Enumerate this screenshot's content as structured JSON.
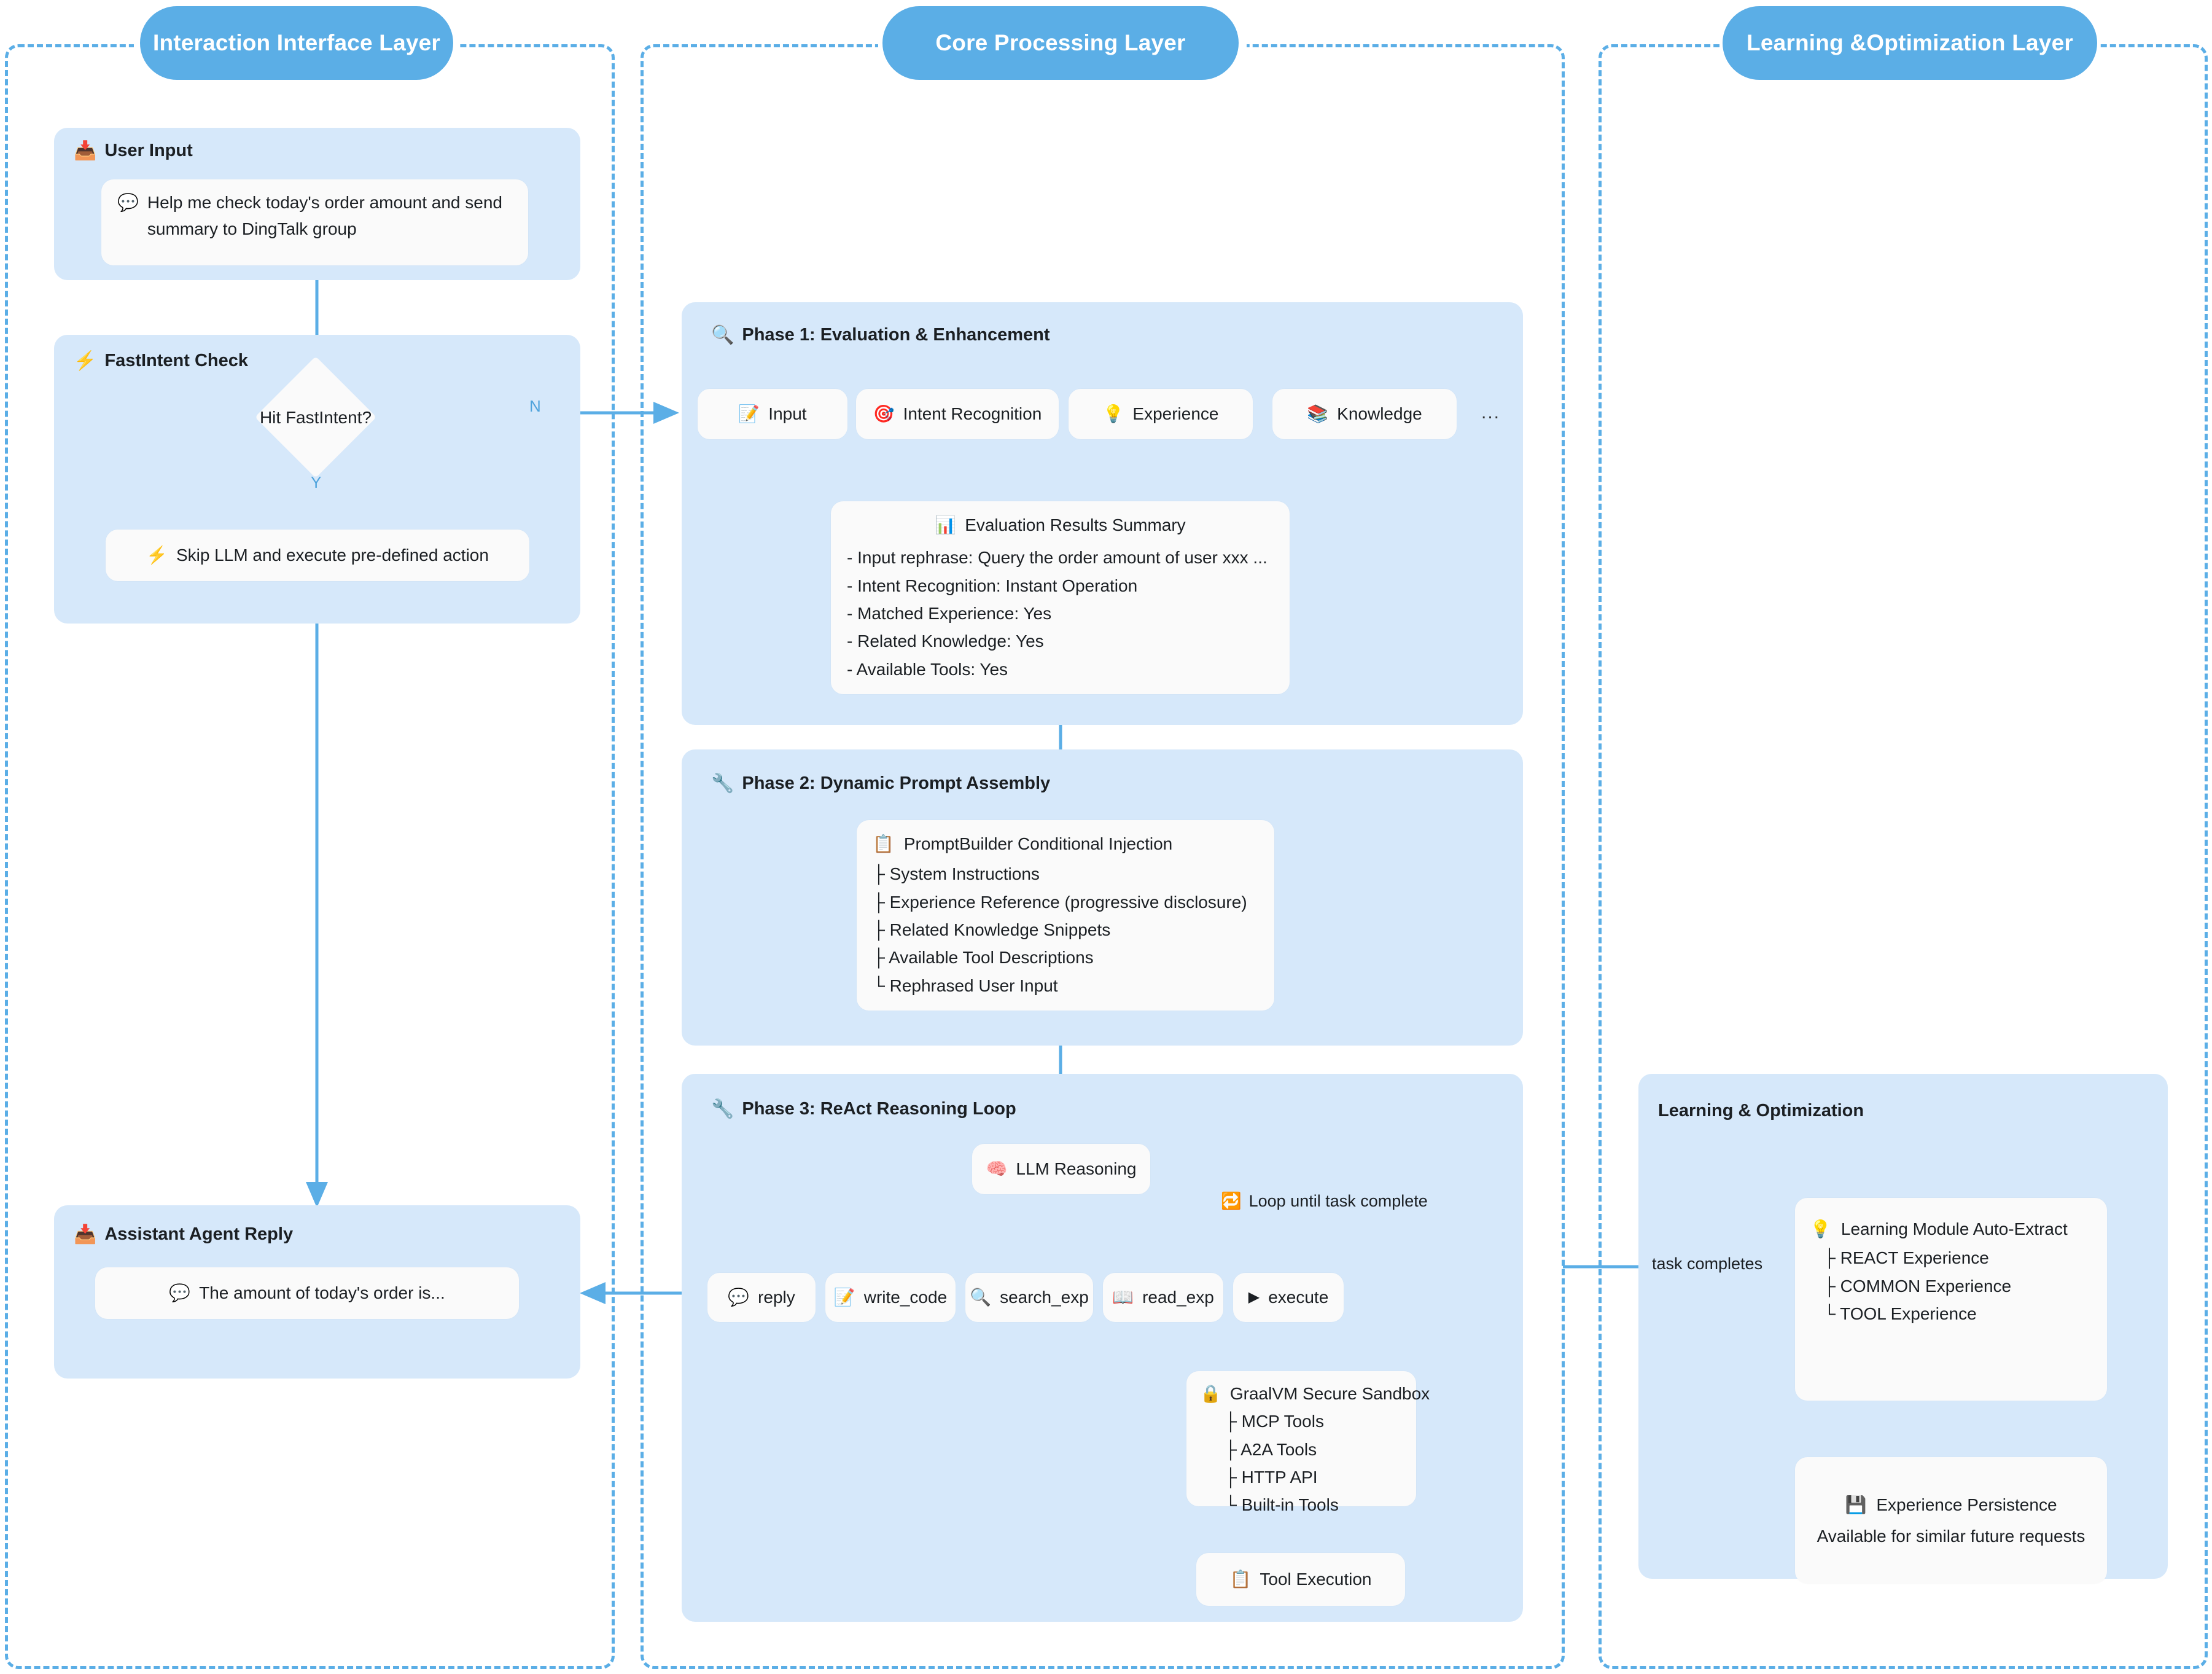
{
  "layers": [
    {
      "id": "interaction",
      "title": "Interaction Interface Layer"
    },
    {
      "id": "core",
      "title": "Core Processing Layer"
    },
    {
      "id": "learning",
      "title": "Learning &Optimization Layer"
    }
  ],
  "interaction": {
    "user_input": {
      "title": "User Input",
      "title_icon": "inbox-tray-icon",
      "message": "Help me check today's order amount and send summary to DingTalk group",
      "message_icon": "speech-balloon-icon"
    },
    "fastintent": {
      "title": "FastIntent Check",
      "title_icon": "lightning-icon",
      "decision": "Hit FastIntent?",
      "branch_yes": "Y",
      "branch_no": "N",
      "action": "Skip LLM and execute pre-defined action",
      "action_icon": "lightning-icon"
    },
    "reply": {
      "title": "Assistant Agent Reply",
      "title_icon": "inbox-tray-icon",
      "message": "The amount of today's order is...",
      "message_icon": "speech-balloon-icon"
    }
  },
  "core": {
    "phase1": {
      "title": "Phase 1: Evaluation & Enhancement",
      "title_icon": "magnifying-glass-icon",
      "nodes": [
        {
          "label": "Input",
          "icon": "memo-icon"
        },
        {
          "label": "Intent Recognition",
          "icon": "dart-icon"
        },
        {
          "label": "Experience",
          "icon": "light-bulb-icon"
        },
        {
          "label": "Knowledge",
          "icon": "books-icon"
        }
      ],
      "more": "...",
      "summary": {
        "title": "Evaluation Results Summary",
        "title_icon": "bar-chart-icon",
        "lines": [
          "- Input rephrase: Query the order amount of user xxx ...",
          "- Intent Recognition: Instant Operation",
          "- Matched Experience: Yes",
          "- Related Knowledge: Yes",
          "- Available Tools: Yes"
        ]
      }
    },
    "phase2": {
      "title": "Phase 2: Dynamic Prompt Assembly",
      "title_icon": "wrench-icon",
      "builder": {
        "title": "PromptBuilder Conditional Injection",
        "title_icon": "clipboard-icon",
        "lines": [
          "├ System Instructions",
          "├ Experience Reference (progressive disclosure)",
          "├ Related Knowledge Snippets",
          "├ Available Tool Descriptions",
          "└ Rephrased User Input"
        ]
      }
    },
    "phase3": {
      "title": "Phase 3: ReAct Reasoning Loop",
      "title_icon": "wrench-icon",
      "llm": {
        "label": "LLM Reasoning",
        "icon": "brain-icon"
      },
      "loop_label": "Loop until task complete",
      "loop_icon": "repeat-icon",
      "tools": [
        {
          "label": "reply",
          "icon": "speech-balloon-icon"
        },
        {
          "label": "write_code",
          "icon": "memo-icon"
        },
        {
          "label": "search_exp",
          "icon": "magnifying-glass-icon"
        },
        {
          "label": "read_exp",
          "icon": "open-book-icon"
        },
        {
          "label": "execute",
          "icon": "play-icon"
        }
      ],
      "sandbox": {
        "title": "GraalVM Secure Sandbox",
        "title_icon": "lock-icon",
        "lines": [
          "├ MCP Tools",
          "├ A2A Tools",
          "├ HTTP API",
          "└ Built-in Tools"
        ]
      },
      "tool_execution": {
        "label": "Tool Execution",
        "icon": "clipboard-icon"
      }
    }
  },
  "learning": {
    "panel_title": "Learning & Optimization",
    "task_completes_label": "task completes",
    "module": {
      "title": "Learning Module Auto-Extract",
      "title_icon": "light-bulb-icon",
      "lines": [
        "├ REACT Experience",
        "├ COMMON Experience",
        "└ TOOL Experience"
      ]
    },
    "persistence": {
      "title": "Experience Persistence",
      "title_icon": "floppy-disk-icon",
      "subtitle": "Available for similar future requests"
    }
  },
  "colors": {
    "accent": "#5BAEE6",
    "panel": "#D6E8FA",
    "card": "#FAFAFA",
    "edge": "#5BAEE6"
  },
  "icon_glyphs": {
    "inbox-tray-icon": "📥",
    "speech-balloon-icon": "💬",
    "lightning-icon": "⚡",
    "magnifying-glass-icon": "🔍",
    "memo-icon": "📝",
    "dart-icon": "🎯",
    "light-bulb-icon": "💡",
    "books-icon": "📚",
    "bar-chart-icon": "📊",
    "wrench-icon": "🔧",
    "clipboard-icon": "📋",
    "brain-icon": "🧠",
    "repeat-icon": "🔁",
    "open-book-icon": "📖",
    "play-icon": "▶",
    "lock-icon": "🔒",
    "floppy-disk-icon": "💾"
  }
}
